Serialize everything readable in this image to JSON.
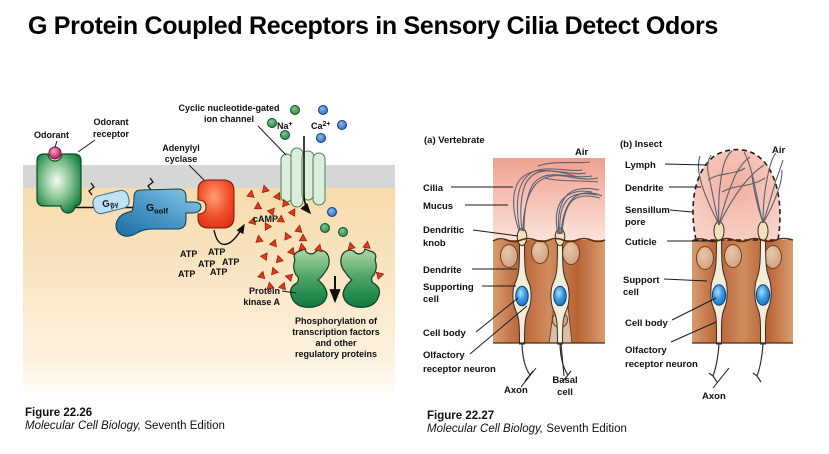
{
  "title": "G Protein Coupled Receptors in Sensory Cilia Detect Odors",
  "fig26": {
    "labels": {
      "odorant": "Odorant",
      "odorant_receptor": [
        "Odorant",
        "receptor"
      ],
      "cng_channel": [
        "Cyclic nucleotide-gated",
        "ion channel"
      ],
      "adenylyl_cyclase": [
        "Adenylyl",
        "cyclase"
      ],
      "na": {
        "base": "Na",
        "sup": "+"
      },
      "ca": {
        "base": "Ca",
        "sup": "2+"
      },
      "g_beta_gamma": {
        "base": "G",
        "sub": "βγ"
      },
      "g_alpha_olf": {
        "base": "G",
        "sub": "αolf"
      },
      "camp": "cAMP",
      "atp": "ATP",
      "protein_kinase_a": [
        "Protein",
        "kinase A"
      ],
      "phosphorylation": [
        "Phosphorylation of",
        "transcription factors",
        "and other",
        "regulatory proteins"
      ]
    },
    "caption": {
      "figure": "Figure 22.26",
      "book": "Molecular Cell Biology,",
      "edition": " Seventh Edition"
    }
  },
  "fig27": {
    "vertebrate": {
      "panel": "(a) Vertebrate",
      "air": "Air",
      "cilia": "Cilia",
      "mucus": "Mucus",
      "dendritic_knob": [
        "Dendritic",
        "knob"
      ],
      "dendrite": "Dendrite",
      "supporting_cell": [
        "Supporting",
        "cell"
      ],
      "cell_body": "Cell body",
      "olfactory_receptor_neuron": [
        "Olfactory",
        "receptor neuron"
      ],
      "axon": "Axon",
      "basal_cell": [
        "Basal",
        "cell"
      ]
    },
    "insect": {
      "panel": "(b) Insect",
      "air": "Air",
      "lymph": "Lymph",
      "dendrite": "Dendrite",
      "sensillum_pore": [
        "Sensillum",
        "pore"
      ],
      "cuticle": "Cuticle",
      "support_cell": [
        "Support",
        "cell"
      ],
      "cell_body": "Cell body",
      "olfactory_receptor_neuron": [
        "Olfactory",
        "receptor neuron"
      ],
      "axon": "Axon"
    },
    "caption": {
      "figure": "Figure 22.27",
      "book": "Molecular Cell Biology,",
      "edition": " Seventh Edition"
    }
  },
  "colors": {
    "membrane_gray": "#d6d6d6",
    "cytoplasm_tan": "#f7dbab",
    "receptor_green": "#0f7c3d",
    "odorant_pink": "#c42a68",
    "g_protein_blue": "#1d6ea6",
    "g_beta_gamma_blue": "#bee2f4",
    "adenylyl_red": "#e03420",
    "ion_channel_green": "#daeedb",
    "camp_triangle_red": "#e23b17",
    "na_ion_green": "#1e7c3c",
    "ca_ion_blue": "#1e62b8",
    "pka_green": "#0c7a40",
    "mucus_pink": "#f0a08f",
    "epithelium_brown": "#b96335",
    "nucleus_blue": "#1160b4"
  }
}
